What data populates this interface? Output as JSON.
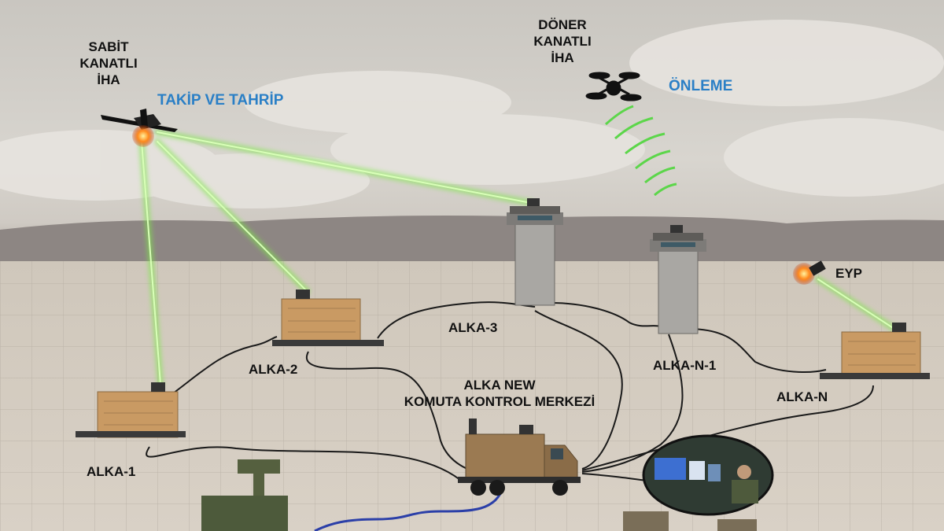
{
  "labels": {
    "sabit": [
      "SABİT",
      "KANATLI",
      "İHA"
    ],
    "doner": [
      "DÖNER",
      "KANATLI",
      "İHA"
    ],
    "takip": "TAKİP VE TAHRİP",
    "onleme": "ÖNLEME",
    "eyp": "EYP",
    "alka1": "ALKA-1",
    "alka2": "ALKA-2",
    "alka3": "ALKA-3",
    "alkan1": "ALKA-N-1",
    "alkan": "ALKA-N",
    "center": [
      "ALKA NEW",
      "KOMUTA KONTROL MERKEZİ"
    ]
  },
  "colors": {
    "laser": "#7fe84a",
    "action_label": "#2a7fc6",
    "cable": "#1a1a1a",
    "blue_cable": "#2b3fa8",
    "shelter": "#c99a63",
    "tower": "#a9a7a3"
  }
}
